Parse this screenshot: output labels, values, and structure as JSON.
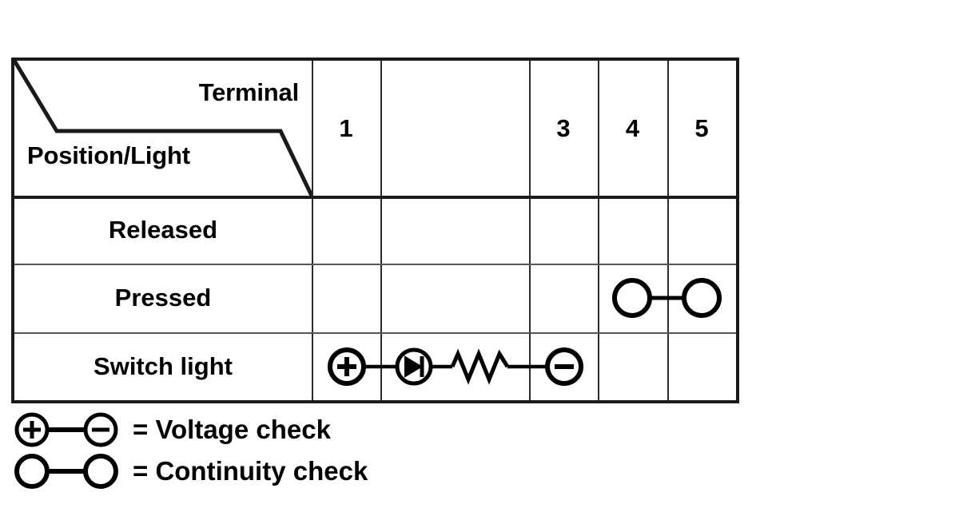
{
  "table": {
    "header": {
      "corner": {
        "upper_label": "Terminal",
        "lower_label": "Position/Light",
        "divider": "z-diagonal"
      },
      "columns": [
        {
          "id": "col-1",
          "label": "1"
        },
        {
          "id": "col-2",
          "label": ""
        },
        {
          "id": "col-3",
          "label": "3"
        },
        {
          "id": "col-4",
          "label": "4"
        },
        {
          "id": "col-5",
          "label": "5"
        }
      ]
    },
    "rows": [
      {
        "id": "row-released",
        "label": "Released",
        "cells": [
          {
            "column": "1",
            "symbol": ""
          },
          {
            "column": "2",
            "symbol": ""
          },
          {
            "column": "3",
            "symbol": ""
          },
          {
            "column": "4",
            "symbol": ""
          },
          {
            "column": "5",
            "symbol": ""
          }
        ]
      },
      {
        "id": "row-pressed",
        "label": "Pressed",
        "cells": [
          {
            "column": "1",
            "symbol": ""
          },
          {
            "column": "2",
            "symbol": ""
          },
          {
            "column": "3",
            "symbol": ""
          },
          {
            "column": "4",
            "symbol": "continuity-circle"
          },
          {
            "column": "5",
            "symbol": "continuity-circle"
          }
        ],
        "annotation": {
          "type": "continuity-check",
          "from_terminal": "4",
          "to_terminal": "5"
        }
      },
      {
        "id": "row-switch-light",
        "label": "Switch light",
        "cells": [
          {
            "column": "1",
            "symbol": "plus-circle"
          },
          {
            "column": "2",
            "symbol": "led-diode-circle, resistor"
          },
          {
            "column": "3",
            "symbol": "minus-circle"
          },
          {
            "column": "4",
            "symbol": ""
          },
          {
            "column": "5",
            "symbol": ""
          }
        ],
        "annotation": {
          "type": "voltage-check",
          "from_terminal": "1",
          "to_terminal": "3",
          "series_elements": [
            "led-diode",
            "resistor"
          ]
        }
      }
    ]
  },
  "legend": {
    "items": [
      {
        "id": "legend-voltage",
        "symbol": "plus-circle-line-minus-circle",
        "text": "= Voltage check"
      },
      {
        "id": "legend-continuity",
        "symbol": "circle-line-circle",
        "text": "= Continuity check"
      }
    ]
  },
  "colors": {
    "ink": "#000000",
    "border_heavy": "#1a1a1a",
    "border_light": "#555555",
    "background": "#ffffff"
  }
}
